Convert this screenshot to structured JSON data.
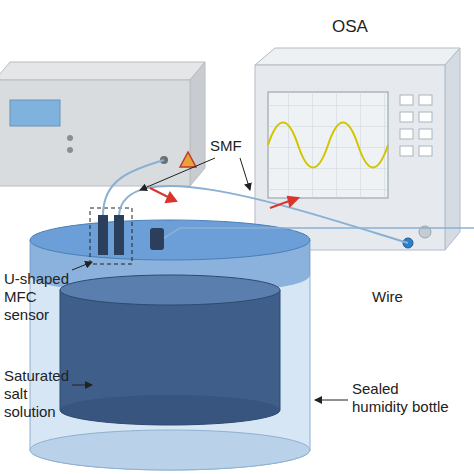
{
  "diagram": {
    "nodes": [
      {
        "text": [
          "OSA"
        ]
      }
    ],
    "labels": [
      "SMF",
      "Wire",
      "U-shaped MFC sensor",
      "Saturated salt solution",
      "Sealed humidity bottle"
    ]
  }
}
